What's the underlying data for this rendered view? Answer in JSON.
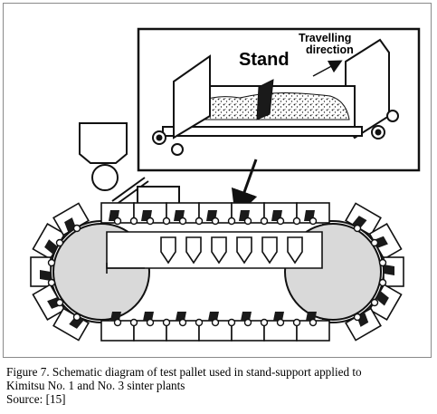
{
  "figure": {
    "labels": {
      "stand": "Stand",
      "direction_line1": "Travelling",
      "direction_line2": "direction"
    }
  },
  "caption": {
    "line1": "Figure 7. Schematic diagram of test pallet used in stand-support applied to",
    "line2": "Kimitsu No. 1 and No. 3 sinter plants",
    "line3": "Source: [15]"
  },
  "colors": {
    "ink": "#111111",
    "stand": "#1a1a1a",
    "sinter_fill": "#d9d9d9"
  }
}
